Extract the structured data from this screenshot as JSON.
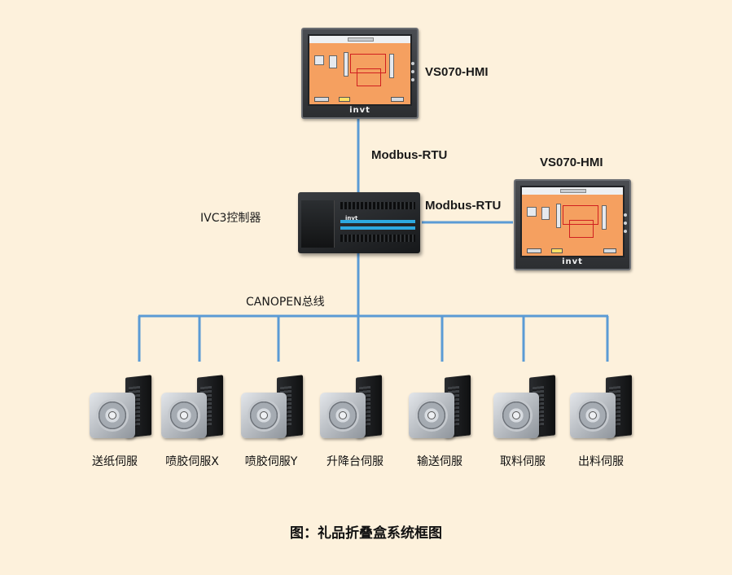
{
  "diagram": {
    "hmi_top_label": "VS070-HMI",
    "hmi_right_label": "VS070-HMI",
    "hmi_brand": "invt",
    "plc_brand": "invt",
    "link_top_label": "Modbus-RTU",
    "link_right_label": "Modbus-RTU",
    "controller_label": "IVC3控制器",
    "bus_label": "CANOPEN总线",
    "servos": [
      {
        "label": "送纸伺服"
      },
      {
        "label": "喷胶伺服X"
      },
      {
        "label": "喷胶伺服Y"
      },
      {
        "label": "升降台伺服"
      },
      {
        "label": "输送伺服"
      },
      {
        "label": "取料伺服"
      },
      {
        "label": "出料伺服"
      }
    ],
    "caption": "图：礼品折叠盒系统框图",
    "wire_color": "#5b9bd5",
    "background_color": "#fdf1dc"
  }
}
